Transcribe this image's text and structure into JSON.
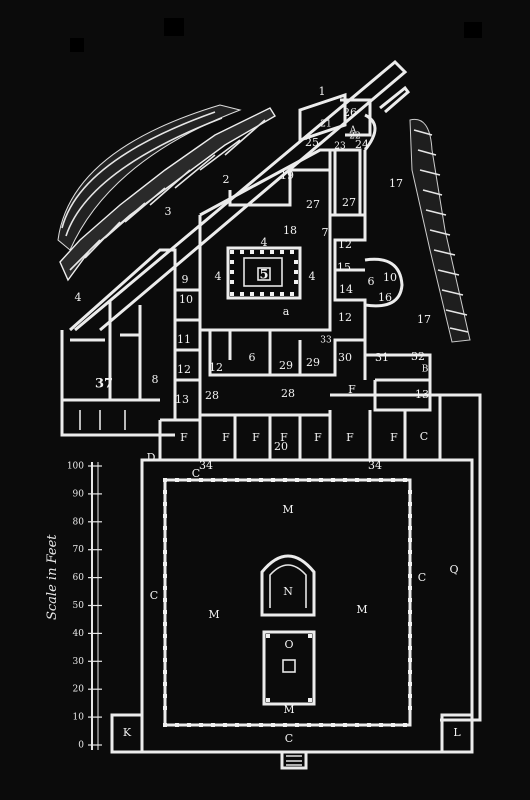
{
  "scale": {
    "caption": "Scale in Feet",
    "ticks": [
      "0",
      "10",
      "20",
      "30",
      "40",
      "50",
      "60",
      "70",
      "80",
      "90",
      "100"
    ]
  },
  "labels": {
    "street": "1",
    "r2": "2",
    "r3": "3",
    "r4a": "4",
    "r4b": "4",
    "r4c": "4",
    "r4d": "4",
    "r5": "5",
    "r6a": "6",
    "r6b": "6",
    "r7": "7",
    "r8": "8",
    "r9": "9",
    "r10a": "10",
    "r10b": "10",
    "r11": "11",
    "r12a": "12",
    "r12b": "12",
    "r12c": "12",
    "r12d": "12",
    "r13a": "13",
    "r13b": "13",
    "r14": "14",
    "r15": "15",
    "r16": "16",
    "r17a": "17",
    "r17b": "17",
    "r18": "18",
    "r19": "19",
    "r20": "20",
    "r21": "21",
    "r22": "22",
    "r23": "23",
    "r24": "24",
    "r25": "25",
    "r26": "26",
    "r27a": "27",
    "r27b": "27",
    "r28a": "28",
    "r28b": "28",
    "r29a": "29",
    "r29b": "29",
    "r30": "30",
    "r31": "31",
    "r32": "32",
    "r33": "33",
    "r34a": "34",
    "r34b": "34",
    "r37": "37",
    "alpha": "a",
    "A": "A",
    "B": "B",
    "Ca": "C",
    "Cb": "C",
    "Cc": "C",
    "Cd": "C",
    "Ce": "C",
    "D": "D",
    "Fa": "F",
    "Fb": "F",
    "Fc": "F",
    "Fd": "F",
    "Fe": "F",
    "Ff": "F",
    "Fg": "F",
    "Fh": "F",
    "K": "K",
    "L": "L",
    "Ma": "M",
    "Mb": "M",
    "Mc": "M",
    "Md": "M",
    "N": "N",
    "O": "O",
    "Q": "Q"
  }
}
